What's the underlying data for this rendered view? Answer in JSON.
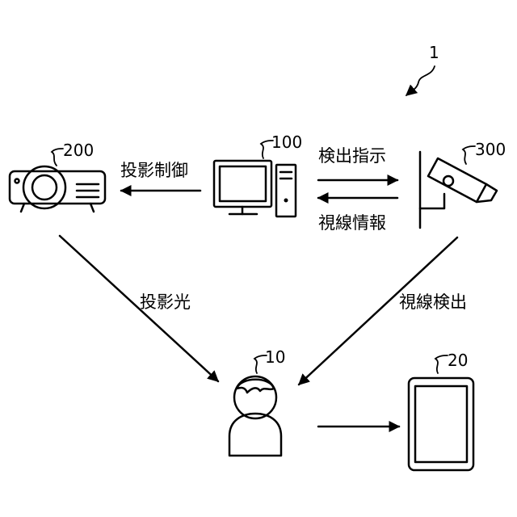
{
  "system_ref": "1",
  "devices": {
    "projector": {
      "ref": "200"
    },
    "computer": {
      "ref": "100"
    },
    "camera": {
      "ref": "300"
    },
    "user": {
      "ref": "10"
    },
    "display": {
      "ref": "20"
    }
  },
  "arrows": {
    "projection_control": "投影制御",
    "detection_instruction": "検出指示",
    "gaze_information": "視線情報",
    "projection_light": "投影光",
    "gaze_detection": "視線検出"
  }
}
